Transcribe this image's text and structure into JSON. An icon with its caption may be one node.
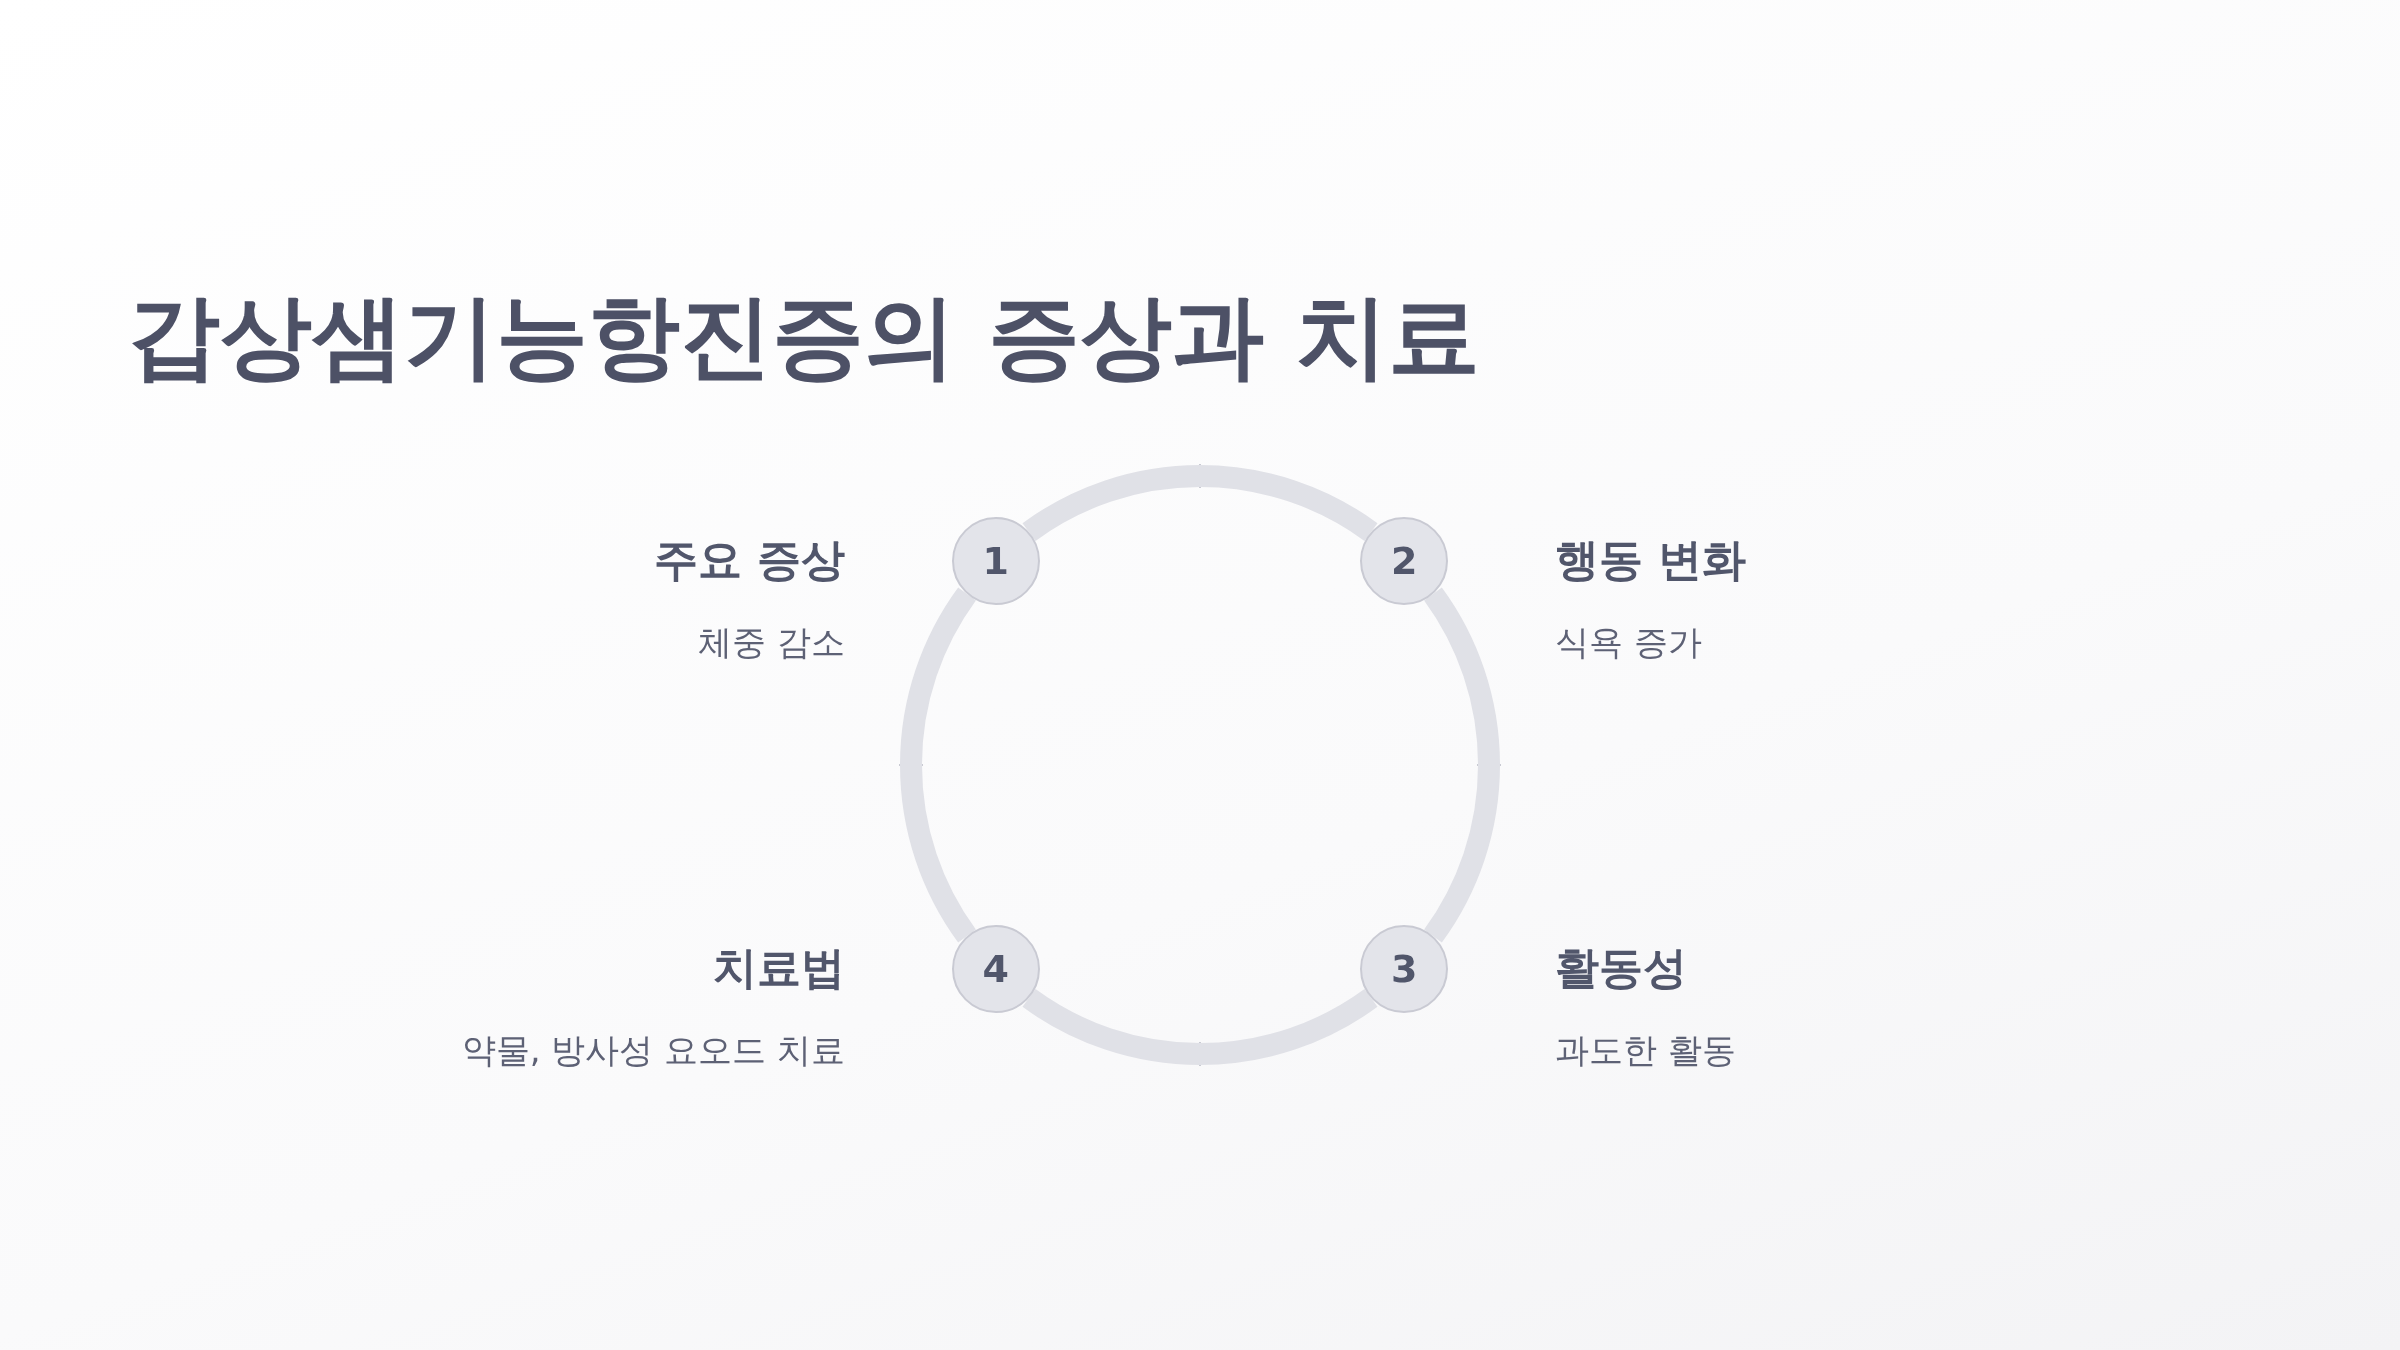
{
  "diagram": {
    "title": "갑상샘기능항진증의 증상과 치료",
    "nodes": [
      {
        "text": [
          "1"
        ],
        "beside": [
          "주요 증상",
          "체중 감소"
        ]
      },
      {
        "text": [
          "2"
        ],
        "beside": [
          "행동 변화",
          "식욕 증가"
        ]
      },
      {
        "text": [
          "3"
        ],
        "beside": [
          "활동성",
          "과도한 활동"
        ]
      },
      {
        "text": [
          "4"
        ],
        "beside": [
          "치료법",
          "약물, 방사성 요오드 치료"
        ]
      }
    ],
    "edges": [
      {
        "from": 0,
        "to": 1,
        "arrow": "none"
      },
      {
        "from": 1,
        "to": 2,
        "arrow": "none"
      },
      {
        "from": 2,
        "to": 3,
        "arrow": "none"
      },
      {
        "from": 3,
        "to": 0,
        "arrow": "none"
      }
    ]
  }
}
